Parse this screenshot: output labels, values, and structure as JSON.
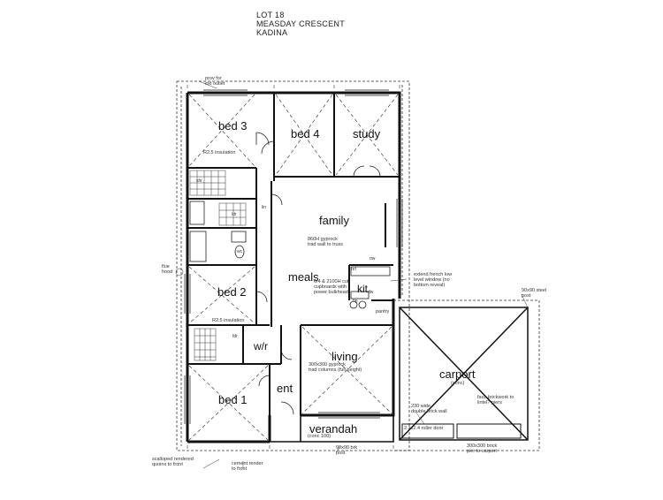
{
  "title": {
    "line1": "LOT 18",
    "line2": "MEASDAY CRESCENT",
    "line3": "KADINA"
  },
  "rooms": {
    "bed3": "bed 3",
    "bed4": "bed 4",
    "study": "study",
    "family": "family",
    "meals": "meals",
    "kit": "kit",
    "pantry": "pantry",
    "bed2": "bed 2",
    "wir": "w/r",
    "living": "living",
    "ent": "ent",
    "bed1": "bed 1",
    "verandah": "verandah",
    "carport": "carport"
  },
  "notes": {
    "power_outlet": "prov for\next outlet",
    "r25_top": "R2.5 insulation",
    "r25_bed2": "R2.5 insulation",
    "gyprock_family": "860H gyprock\ntrad wall to truss",
    "cupboards": "6/4 & 2100H cut\ncupboards with\npower bulkhead",
    "window_note": "extend french low\nlevel window (no\nbottom reveal)",
    "post_top": "90x90 steel\npost",
    "gyprock_living": "300x300 gyprock\ntrad columns (full height)",
    "carport_sub": "(conc)",
    "brick_note": "face brickwork to\nlintel? piers",
    "verandah_sub": "(conc 100)",
    "double_brick": "230 wide\ndouble brick wall",
    "roller_door": "2.1x2.4 roller door",
    "brick_post_1": "90x90 brk\npost",
    "brick_post_2": "300x300 brick\npier to carport",
    "scallop": "scalloped rendered\nquoins to front",
    "cement": "cement render\nto front",
    "flue": "flue\nhood",
    "fridge": "fdr",
    "ref": "ref",
    "hp": "hp",
    "wc": "wc",
    "ldr": "ldr",
    "lin": "lin",
    "shr": "shr",
    "dw": "dw",
    "ow": "ow"
  }
}
